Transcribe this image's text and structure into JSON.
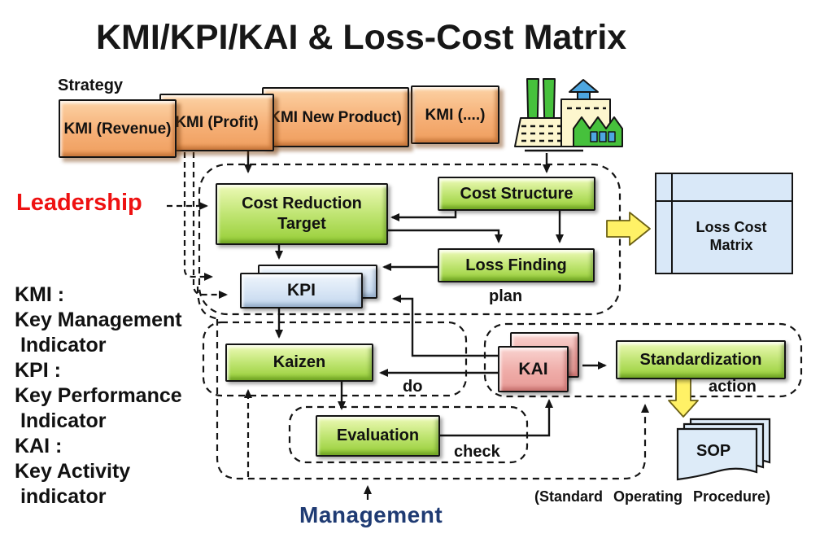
{
  "title": "KMI/KPI/KAI & Loss-Cost Matrix",
  "strategy_label": "Strategy",
  "leadership_label": "Leadership",
  "management_label": "Management",
  "kmi_boxes": [
    {
      "label": "KMI\n(Revenue)"
    },
    {
      "label": "KMI\n(Profit)"
    },
    {
      "label": "KMI\nNew Product)"
    },
    {
      "label": "KMI\n(....)"
    }
  ],
  "process_boxes": {
    "cost_reduction_target": "Cost Reduction\nTarget",
    "cost_structure": "Cost Structure",
    "loss_finding": "Loss Finding",
    "kpi": "KPI",
    "kaizen": "Kaizen",
    "kai": "KAI",
    "evaluation": "Evaluation",
    "standardization": "Standardization",
    "sop": "SOP"
  },
  "loss_cost_matrix_label": "Loss Cost\nMatrix",
  "pdca_labels": {
    "plan": "plan",
    "do": "do",
    "check": "check",
    "action": "action"
  },
  "sop_caption": "(Standard Operating Procedure)",
  "legend_lines": [
    "KMI :",
    "Key Management",
    " Indicator",
    "KPI :",
    "Key Performance",
    " Indicator",
    "KAI :",
    "Key Activity",
    " indicator"
  ],
  "icons": {
    "factory": "factory-icon",
    "flow_right": "yellow-right-arrow-icon",
    "flow_down": "yellow-down-arrow-icon"
  },
  "colors": {
    "kmi_orange": "#f6b077",
    "process_green": "#a5d648",
    "kpi_blue": "#d7e5f5",
    "kai_pink": "#efaca8",
    "flow_yellow": "#fff166",
    "leadership_red": "#ee1111",
    "management_navy": "#1f3b73",
    "line_black": "#141414"
  }
}
